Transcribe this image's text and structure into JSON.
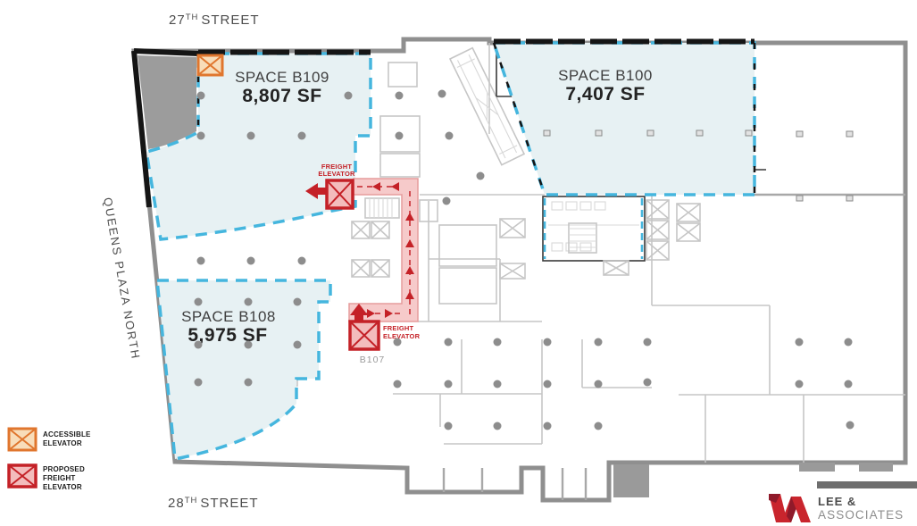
{
  "streets": {
    "top": {
      "number": "27",
      "ordinal": "TH",
      "name": "STREET"
    },
    "bottom": {
      "number": "28",
      "ordinal": "TH",
      "name": "STREET"
    },
    "west": "QUEENS PLAZA NORTH"
  },
  "spaces": {
    "b109": {
      "name": "SPACE B109",
      "area": "8,807 SF"
    },
    "b100": {
      "name": "SPACE B100",
      "area": "7,407 SF"
    },
    "b108": {
      "name": "SPACE B108",
      "area": "5,975 SF"
    }
  },
  "labels": {
    "freight_elevator_upper": [
      "FREIGHT",
      "ELEVATOR"
    ],
    "freight_elevator_lower": [
      "FREIGHT",
      "ELEVATOR"
    ],
    "room_b107": "B107"
  },
  "legend": {
    "accessible": [
      "ACCESSIBLE",
      "ELEVATOR"
    ],
    "proposed_freight": [
      "PROPOSED",
      "FREIGHT",
      "ELEVATOR"
    ]
  },
  "logo": {
    "top": "LEE &",
    "bottom": "ASSOCIATES"
  },
  "colors": {
    "space_fill": "#e7f1f3",
    "space_boundary": "#45b6de",
    "corridor_fill": "#f6caca",
    "proposed_red": "#c42127",
    "accessible_orange": "#e0762e",
    "wall_gray": "#8f8f8f",
    "logo_red": "#c9252d",
    "logo_dark_red": "#8f1a2a"
  }
}
